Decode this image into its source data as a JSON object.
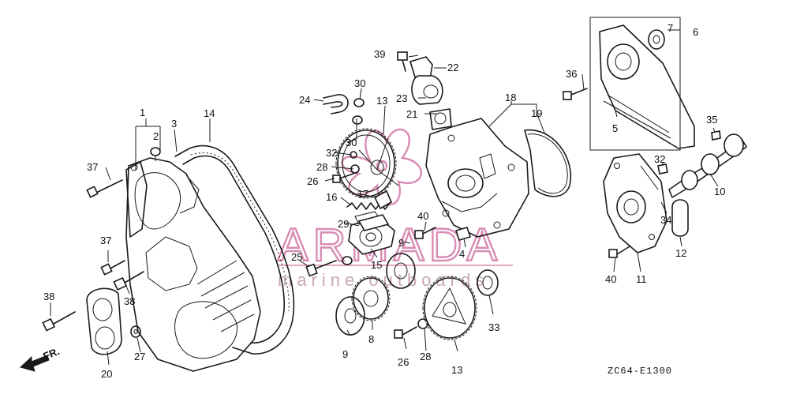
{
  "diagram": {
    "code": "ZC64-E1300",
    "front_label": "FR.",
    "watermark": {
      "brand": "ARMADA",
      "tagline": "marine outboards",
      "accent_color": "#d98cb3"
    },
    "callouts": {
      "c1": "1",
      "c2": "2",
      "c3": "3",
      "c4": "4",
      "c5": "5",
      "c6": "6",
      "c7": "7",
      "c8": "8",
      "c9a": "9",
      "c9b": "9",
      "c10": "10",
      "c11": "11",
      "c12": "12",
      "c13a": "13",
      "c13b": "13",
      "c14": "14",
      "c15": "15",
      "c16": "16",
      "c17": "17",
      "c18": "18",
      "c19": "19",
      "c20": "20",
      "c21": "21",
      "c22": "22",
      "c23": "23",
      "c24": "24",
      "c25": "25",
      "c26a": "26",
      "c26b": "26",
      "c27": "27",
      "c28a": "28",
      "c28b": "28",
      "c29": "29",
      "c30a": "30",
      "c30b": "30",
      "c32a": "32",
      "c32b": "32",
      "c33": "33",
      "c34": "34",
      "c35": "35",
      "c36": "36",
      "c37a": "37",
      "c37b": "37",
      "c38a": "38",
      "c38b": "38",
      "c39": "39",
      "c40a": "40",
      "c40b": "40"
    }
  }
}
